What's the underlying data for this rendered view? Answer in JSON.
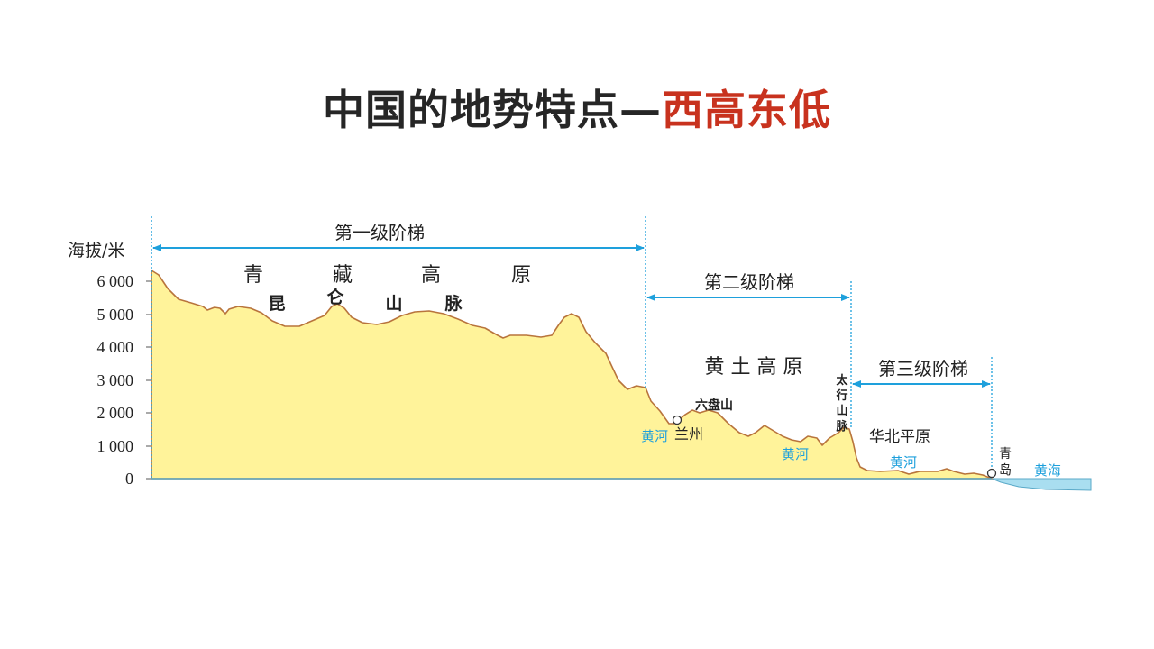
{
  "title": {
    "main": "中国的地势特点—",
    "accent": "西高东低"
  },
  "colors": {
    "land": "#fff39a",
    "land_edge": "#b8743c",
    "sea": "#a9def0",
    "arrow": "#1ea0dc",
    "river_label": "#1ea0dc",
    "accent": "#c8321e"
  },
  "axis": {
    "ylabel": "海拔/米",
    "ticks": [
      "6 000",
      "5 000",
      "4 000",
      "3 000",
      "2 000",
      "1 000",
      "0"
    ]
  },
  "steps": [
    {
      "label": "第一级阶梯"
    },
    {
      "label": "第二级阶梯"
    },
    {
      "label": "第三级阶梯"
    }
  ],
  "regions": {
    "plateau_chars": [
      "青",
      "藏",
      "高",
      "原"
    ],
    "kunlun_chars": [
      "昆",
      "仑",
      "山",
      "脉"
    ],
    "loess": "黄 土 高 原",
    "taihang": [
      "太",
      "行",
      "山",
      "脉"
    ],
    "north_plain": "华北平原",
    "liupan": "六盘山",
    "lanzhou": "兰州",
    "qingdao": [
      "青",
      "岛"
    ],
    "yellow_sea": "黄海"
  },
  "rivers": [
    "黄河",
    "黄河",
    "黄河"
  ]
}
